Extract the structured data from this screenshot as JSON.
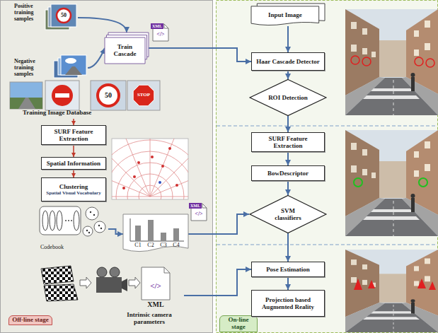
{
  "diagram": {
    "nodes": [
      {
        "text": [
          "Off-line stage"
        ]
      },
      {
        "text": [
          "On-line stage"
        ]
      },
      {
        "text": [
          "Positive training samples"
        ],
        "in": 0
      },
      {
        "text": [
          "Train Cascade"
        ],
        "in": 0
      },
      {
        "text": [
          "Negative training samples"
        ],
        "in": 0
      },
      {
        "text": [
          "Training Image Database"
        ],
        "in": 0
      },
      {
        "text": [
          "SURF Feature Extraction"
        ],
        "in": 0
      },
      {
        "text": [
          "Spatial Information"
        ],
        "in": 0
      },
      {
        "text": [
          "Clustering",
          "Spatial Visual Vocabulary"
        ],
        "in": 0
      },
      {
        "text": [
          "Codebook"
        ],
        "in": 0
      },
      {
        "text": [
          "C1",
          "C2",
          "C3",
          "C4"
        ],
        "in": 0
      },
      {
        "text": [
          "XML",
          "Intrinsic camera parameters"
        ],
        "in": 0
      },
      {
        "text": [
          "Input Image"
        ],
        "in": 1
      },
      {
        "text": [
          "Haar Cascade Detector"
        ],
        "in": 1
      },
      {
        "text": [
          "ROI Detection"
        ],
        "in": 1
      },
      {
        "text": [
          "SURF Feature Extraction"
        ],
        "in": 1
      },
      {
        "text": [
          "BowDescriptor"
        ],
        "in": 1
      },
      {
        "text": [
          "SVM classifiers"
        ],
        "in": 1
      },
      {
        "text": [
          "Pose Estimation"
        ],
        "in": 1
      },
      {
        "text": [
          "Projection based Augmented Reality"
        ],
        "in": 1
      }
    ],
    "edges": [
      {
        "from": 2,
        "to": 3,
        "arrow": "to"
      },
      {
        "from": 4,
        "to": 3,
        "arrow": "to"
      },
      {
        "from": 3,
        "to": 13,
        "arrow": "to"
      },
      {
        "from": 12,
        "to": 13,
        "arrow": "to"
      },
      {
        "from": 13,
        "to": 14,
        "arrow": "to"
      },
      {
        "from": 14,
        "to": 15,
        "arrow": "to"
      },
      {
        "from": 15,
        "to": 16,
        "arrow": "to"
      },
      {
        "from": 16,
        "to": 17,
        "arrow": "to"
      },
      {
        "from": 17,
        "to": 18,
        "arrow": "to"
      },
      {
        "from": 18,
        "to": 19,
        "arrow": "to"
      },
      {
        "from": 5,
        "to": 6,
        "arrow": "to"
      },
      {
        "from": 6,
        "to": 7,
        "arrow": "to"
      },
      {
        "from": 7,
        "to": 8,
        "arrow": "to"
      },
      {
        "from": 9,
        "to": 10,
        "arrow": "to"
      },
      {
        "from": 10,
        "to": 17,
        "arrow": "to"
      },
      {
        "from": 11,
        "to": 18,
        "arrow": "to"
      }
    ],
    "labels": [
      "50",
      "50",
      "STOP",
      "XML",
      "</>",
      "XML",
      "</>",
      "</>"
    ]
  }
}
